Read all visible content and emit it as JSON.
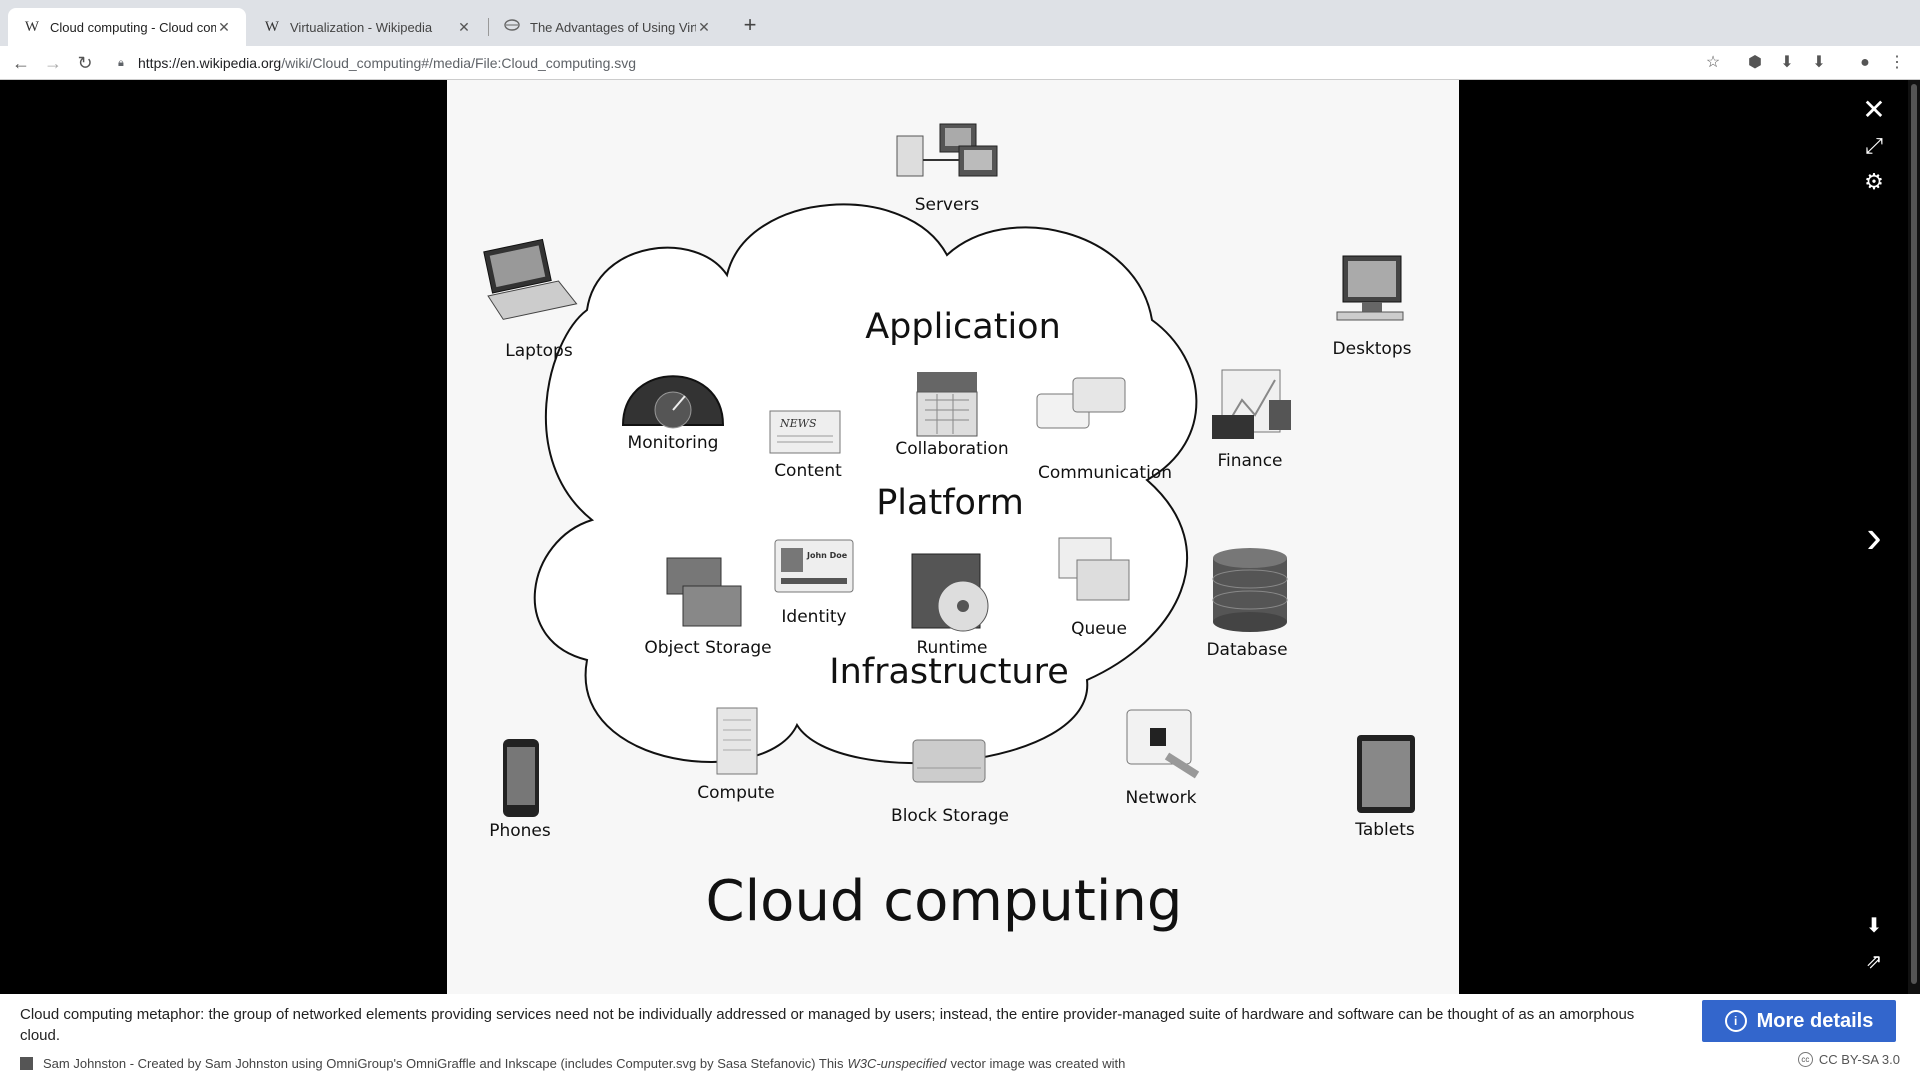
{
  "tabs": [
    {
      "favicon": "W",
      "title": "Cloud computing - Cloud com",
      "active": true
    },
    {
      "favicon": "W",
      "title": "Virtualization - Wikipedia",
      "active": false
    },
    {
      "favicon": "globe-icon",
      "title": "The Advantages of Using Virtu",
      "active": false
    }
  ],
  "toolbar": {
    "url_host": "https://en.wikipedia.org",
    "url_path": "/wiki/Cloud_computing#/media/File:Cloud_computing.svg",
    "icons": [
      "star-icon",
      "extension-icon",
      "download-icon",
      "download-icon",
      "profile-icon",
      "menu-icon"
    ]
  },
  "diagram": {
    "title": "Cloud computing",
    "layers": {
      "application": "Application",
      "platform": "Platform",
      "infrastructure": "Infrastructure"
    },
    "outside": {
      "servers": "Servers",
      "laptops": "Laptops",
      "desktops": "Desktops",
      "phones": "Phones",
      "tablets": "Tablets"
    },
    "application_items": {
      "monitoring": "Monitoring",
      "content": "Content",
      "collaboration": "Collaboration",
      "communication": "Communication",
      "finance": "Finance"
    },
    "platform_items": {
      "object_storage": "Object Storage",
      "identity": "Identity",
      "runtime": "Runtime",
      "queue": "Queue",
      "database": "Database"
    },
    "infrastructure_items": {
      "compute": "Compute",
      "block_storage": "Block Storage",
      "network": "Network"
    },
    "newspaper_text": "NEWS",
    "id_card_text": "John Doe"
  },
  "caption": {
    "text": "Cloud computing metaphor: the group of networked elements providing services need not be individually addressed or managed by users; instead, the entire provider-managed suite of hardware and software can be thought of as an amorphous cloud.",
    "author_prefix": "Sam Johnston - Created by Sam Johnston using OmniGroup's OmniGraffle and Inkscape (includes Computer.svg by Sasa Stefanovic) This",
    "author_italic": "W3C-unspecified",
    "author_suffix": "vector image was created with",
    "more_details": "More details",
    "license": "CC BY-SA 3.0"
  }
}
